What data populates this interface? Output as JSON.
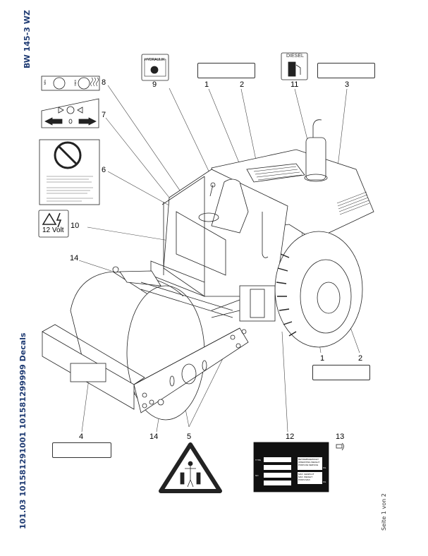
{
  "header": {
    "model": "BW 145-3 WZ",
    "doc_id": "101.03 101581291001 101581299999 Decals",
    "page": "Seite 1 von 2"
  },
  "decals": {
    "hydraulic_label": "HYDRAULIK",
    "diesel_label": "DIESEL",
    "warning_volt": "12 Volt",
    "level_min": "MIN",
    "level_max": "MAX",
    "plate": {
      "type_label": "TYPE",
      "no_label": "NO",
      "kg1": "KG",
      "kg2": "KG",
      "box1": [
        "BETRIEBSGEWICHT",
        "OPERATING WEIGHT",
        "POIDS DE SERVICE"
      ],
      "box2": [
        "MAX. GEWICHT",
        "MAX. WEIGHT",
        "POIDS MAX."
      ]
    }
  },
  "callouts": {
    "c1": "1",
    "c2": "2",
    "c3": "3",
    "c4": "4",
    "c5": "5",
    "c6": "6",
    "c7": "7",
    "c8": "8",
    "c9": "9",
    "c10": "10",
    "c11": "11",
    "c12": "12",
    "c13": "13",
    "c14": "14",
    "c1b": "1",
    "c2b": "2",
    "c14b": "14"
  }
}
